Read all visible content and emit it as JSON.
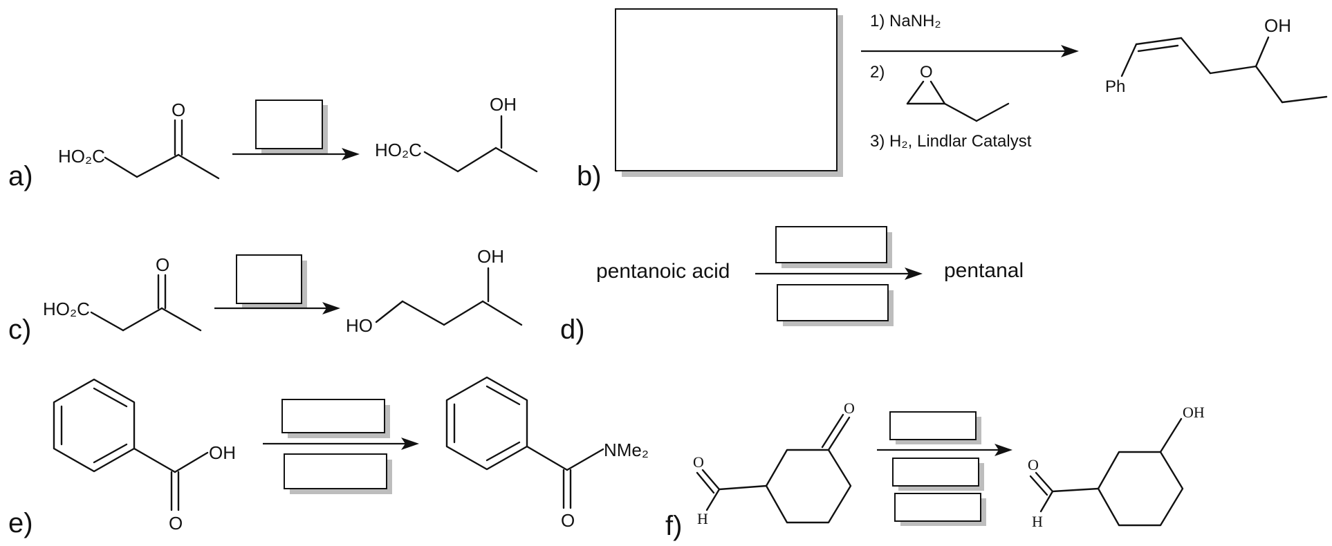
{
  "parts": {
    "a": {
      "label": "a)",
      "reactant_group": "HO₂C",
      "product_group": "HO₂C",
      "oxo": "O",
      "hydroxy": "OH"
    },
    "b": {
      "label": "b)",
      "step1": "1) NaNH₂",
      "step2": "2)",
      "epoxide_o": "O",
      "step3": "3) H₂, Lindlar Catalyst",
      "ph": "Ph",
      "hydroxy": "OH"
    },
    "c": {
      "label": "c)",
      "reactant_group": "HO₂C",
      "oxo": "O",
      "product_ho": "HO",
      "hydroxy": "OH"
    },
    "d": {
      "label": "d)",
      "reactant": "pentanoic acid",
      "product": "pentanal"
    },
    "e": {
      "label": "e)",
      "oh": "OH",
      "oxo": "O",
      "amide": "NMe₂",
      "product_oxo": "O"
    },
    "f": {
      "label": "f)",
      "ald_o": "O",
      "ald_h": "H",
      "ketone_o": "O",
      "hydroxy": "OH",
      "prod_ald_o": "O",
      "prod_ald_h": "H"
    }
  }
}
